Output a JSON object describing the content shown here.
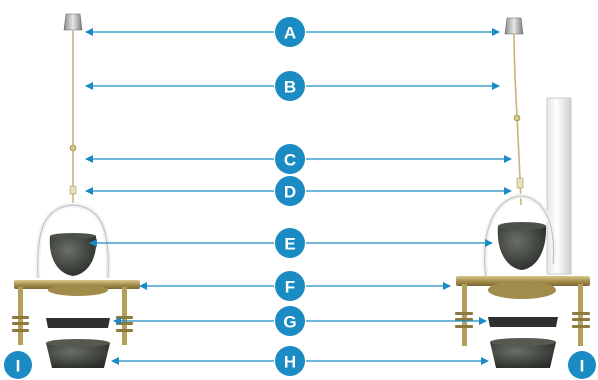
{
  "accent_color": "#1b8cc3",
  "callouts": [
    {
      "letter": "A",
      "part": "lift-wire-knob"
    },
    {
      "letter": "B",
      "part": "upper-lift-wire"
    },
    {
      "letter": "C",
      "part": "wire-connector"
    },
    {
      "letter": "D",
      "part": "lower-lift-wire"
    },
    {
      "letter": "E",
      "part": "tank-ball"
    },
    {
      "letter": "F",
      "part": "flush-valve-seat"
    },
    {
      "letter": "G",
      "part": "rubber-washer"
    },
    {
      "letter": "H",
      "part": "tapered-gasket"
    },
    {
      "letter": "I",
      "part": "mounting-bolt"
    }
  ],
  "side_labels": {
    "left": "I",
    "right": "I"
  }
}
